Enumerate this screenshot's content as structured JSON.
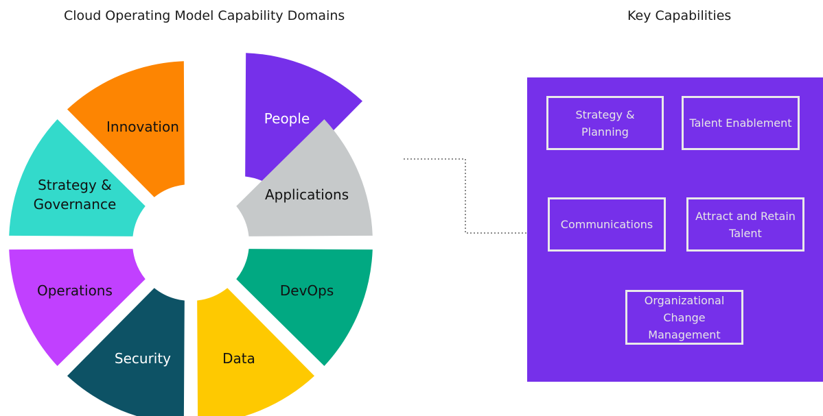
{
  "titles": {
    "domains": "Cloud Operating Model Capability Domains",
    "key_capabilities": "Key Capabilities"
  },
  "domains": [
    {
      "label_lines": [
        "Strategy &",
        "Governance"
      ],
      "color": "#33dacb",
      "text_color": "#111111"
    },
    {
      "label_lines": [
        "Innovation"
      ],
      "color": "#fd8502",
      "text_color": "#111111"
    },
    {
      "label_lines": [
        "People"
      ],
      "color": "#7630ea",
      "text_color": "#ffffff",
      "highlighted": true
    },
    {
      "label_lines": [
        "Applications"
      ],
      "color": "#c6c9ca",
      "text_color": "#111111"
    },
    {
      "label_lines": [
        "DevOps"
      ],
      "color": "#01a982",
      "text_color": "#111111"
    },
    {
      "label_lines": [
        "Data"
      ],
      "color": "#fec901",
      "text_color": "#111111"
    },
    {
      "label_lines": [
        "Security"
      ],
      "color": "#0d5265",
      "text_color": "#ffffff"
    },
    {
      "label_lines": [
        "Operations"
      ],
      "color": "#c140ff",
      "text_color": "#111111"
    }
  ],
  "capabilities": [
    "Strategy & Planning",
    "Talent Enablement",
    "Communications",
    "Attract and Retain Talent",
    "Organizational Change Management"
  ],
  "colors": {
    "panel": "#7630ea",
    "connector": "#888888"
  }
}
